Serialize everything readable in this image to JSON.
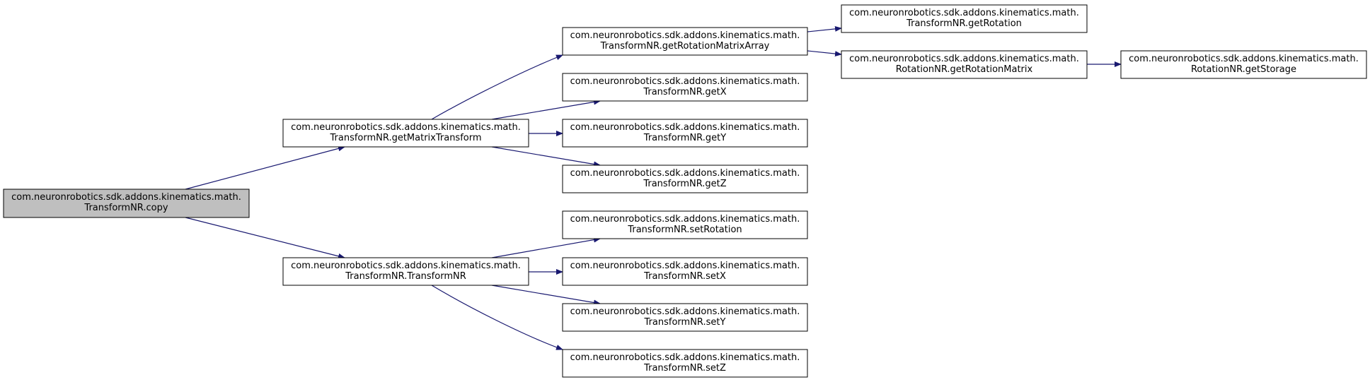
{
  "colors": {
    "edge": "#191970",
    "node_fill": "#ffffff",
    "root_fill": "#bfbfbf",
    "border": "#000000"
  },
  "nodes": [
    {
      "id": "copy",
      "root": true,
      "lines": [
        "com.neuronrobotics.sdk.addons.kinematics.math.",
        "TransformNR.copy"
      ]
    },
    {
      "id": "getMatrixTransform",
      "lines": [
        "com.neuronrobotics.sdk.addons.kinematics.math.",
        "TransformNR.getMatrixTransform"
      ]
    },
    {
      "id": "ctorTransformNR",
      "lines": [
        "com.neuronrobotics.sdk.addons.kinematics.math.",
        "TransformNR.TransformNR"
      ]
    },
    {
      "id": "getRotationMatrixArray",
      "lines": [
        "com.neuronrobotics.sdk.addons.kinematics.math.",
        "TransformNR.getRotationMatrixArray"
      ]
    },
    {
      "id": "getX",
      "lines": [
        "com.neuronrobotics.sdk.addons.kinematics.math.",
        "TransformNR.getX"
      ]
    },
    {
      "id": "getY",
      "lines": [
        "com.neuronrobotics.sdk.addons.kinematics.math.",
        "TransformNR.getY"
      ]
    },
    {
      "id": "getZ",
      "lines": [
        "com.neuronrobotics.sdk.addons.kinematics.math.",
        "TransformNR.getZ"
      ]
    },
    {
      "id": "setRotation",
      "lines": [
        "com.neuronrobotics.sdk.addons.kinematics.math.",
        "TransformNR.setRotation"
      ]
    },
    {
      "id": "setX",
      "lines": [
        "com.neuronrobotics.sdk.addons.kinematics.math.",
        "TransformNR.setX"
      ]
    },
    {
      "id": "setY",
      "lines": [
        "com.neuronrobotics.sdk.addons.kinematics.math.",
        "TransformNR.setY"
      ]
    },
    {
      "id": "setZ",
      "lines": [
        "com.neuronrobotics.sdk.addons.kinematics.math.",
        "TransformNR.setZ"
      ]
    },
    {
      "id": "getRotation",
      "lines": [
        "com.neuronrobotics.sdk.addons.kinematics.math.",
        "TransformNR.getRotation"
      ]
    },
    {
      "id": "getRotationMatrix",
      "lines": [
        "com.neuronrobotics.sdk.addons.kinematics.math.",
        "RotationNR.getRotationMatrix"
      ]
    },
    {
      "id": "getStorage",
      "lines": [
        "com.neuronrobotics.sdk.addons.kinematics.math.",
        "RotationNR.getStorage"
      ]
    }
  ],
  "edges": [
    {
      "from": "copy",
      "to": "getMatrixTransform"
    },
    {
      "from": "copy",
      "to": "ctorTransformNR"
    },
    {
      "from": "getMatrixTransform",
      "to": "getRotationMatrixArray"
    },
    {
      "from": "getMatrixTransform",
      "to": "getX"
    },
    {
      "from": "getMatrixTransform",
      "to": "getY"
    },
    {
      "from": "getMatrixTransform",
      "to": "getZ"
    },
    {
      "from": "ctorTransformNR",
      "to": "setRotation"
    },
    {
      "from": "ctorTransformNR",
      "to": "setX"
    },
    {
      "from": "ctorTransformNR",
      "to": "setY"
    },
    {
      "from": "ctorTransformNR",
      "to": "setZ"
    },
    {
      "from": "getRotationMatrixArray",
      "to": "getRotation"
    },
    {
      "from": "getRotationMatrixArray",
      "to": "getRotationMatrix"
    },
    {
      "from": "getRotationMatrix",
      "to": "getStorage"
    }
  ]
}
